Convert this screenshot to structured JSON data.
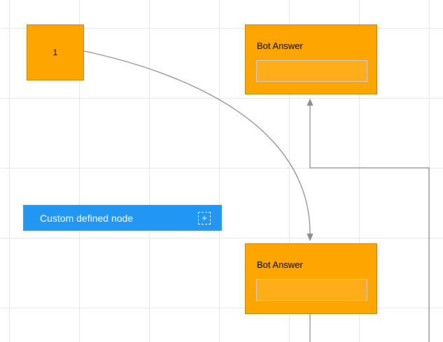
{
  "canvas": {
    "background": "#ffffff",
    "grid_color": "#e7e7e7"
  },
  "colors": {
    "node_orange": "#ffa500",
    "node_orange_border": "#bd7d00",
    "node_blue": "#2196f3",
    "inner_box_border": "#d0cfcd",
    "connector": "#8a8a8a"
  },
  "nodes": {
    "start": {
      "label": "1"
    },
    "bot_answer_top": {
      "title": "Bot Answer"
    },
    "bot_answer_bottom": {
      "title": "Bot Answer"
    },
    "custom": {
      "label": "Custom defined node",
      "add_icon": "+"
    }
  }
}
